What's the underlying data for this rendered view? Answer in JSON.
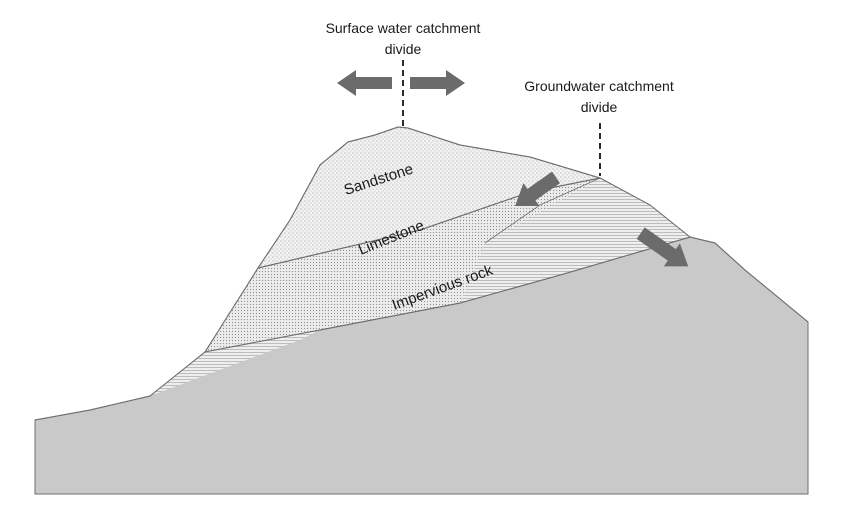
{
  "labels": {
    "surface_divide_line1": "Surface water catchment",
    "surface_divide_line2": "divide",
    "groundwater_divide_line1": "Groundwater catchment",
    "groundwater_divide_line2": "divide",
    "sandstone": "Sandstone",
    "limestone": "Limestone",
    "impervious_rock": "Impervious rock"
  },
  "colors": {
    "impervious_fill": "#c9c9c9",
    "outline": "#6e6e6e",
    "arrow_fill": "#6b6b6b",
    "text": "#1a1a1a"
  }
}
